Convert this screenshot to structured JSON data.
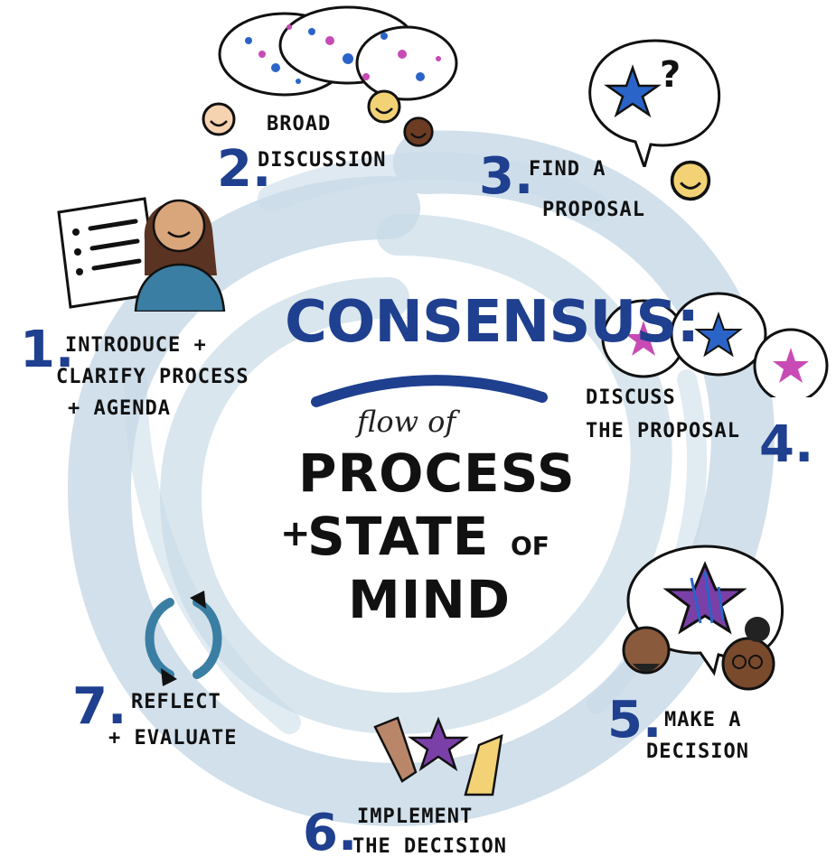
{
  "title": "CONSENSUS:",
  "subtitle": "flow of",
  "headline": {
    "line1": "PROCESS",
    "plus": "+",
    "line2a": "STATE",
    "line2b": "OF",
    "line3": "MIND"
  },
  "steps": [
    {
      "number": "1.",
      "lines": [
        "INTRODUCE +",
        "CLARIFY PROCESS",
        "+ AGENDA"
      ]
    },
    {
      "number": "2.",
      "lines": [
        "BROAD",
        "DISCUSSION"
      ]
    },
    {
      "number": "3.",
      "lines": [
        "FIND A",
        "PROPOSAL"
      ]
    },
    {
      "number": "4.",
      "lines": [
        "DISCUSS",
        "THE PROPOSAL"
      ]
    },
    {
      "number": "5.",
      "lines": [
        "MAKE A",
        "DECISION"
      ]
    },
    {
      "number": "6.",
      "lines": [
        "IMPLEMENT",
        "THE DECISION"
      ]
    },
    {
      "number": "7.",
      "lines": [
        "REFLECT",
        "+ EVALUATE"
      ]
    }
  ],
  "colors": {
    "accent": "#1f3f8f",
    "swirl": "#c9dbe7",
    "magenta": "#c84bb5",
    "star_blue": "#2a64c8",
    "skin_light": "#f6d3b0",
    "skin_yellow": "#f2d275",
    "skin_dark": "#6b3b22",
    "teal": "#3a7ea3"
  },
  "question_mark": "?"
}
